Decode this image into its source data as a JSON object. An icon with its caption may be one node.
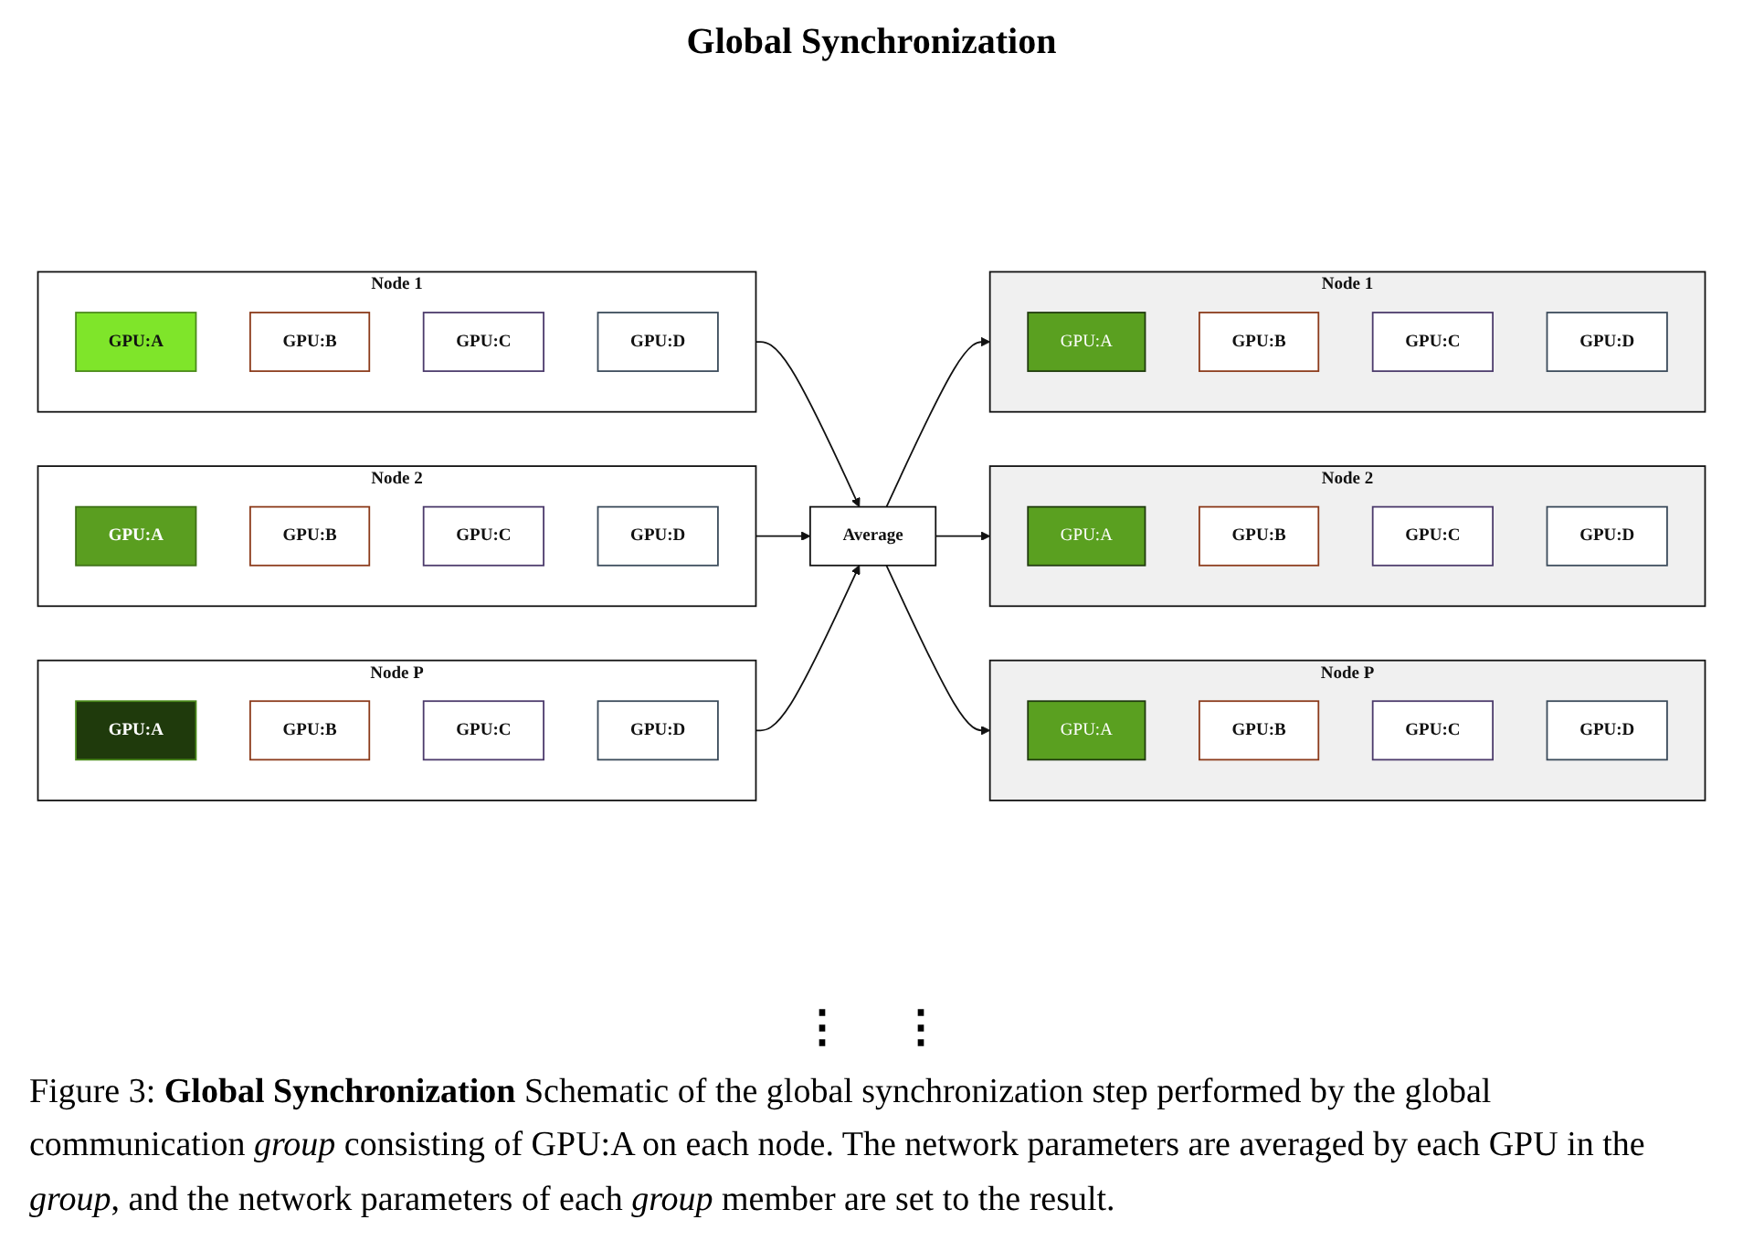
{
  "diagram": {
    "title": "Global Synchronization",
    "caption": "Figure 3: **Global Synchronization** Schematic of the global synchronization step performed by the global communication *group* consisting of GPU:A on each node. The network parameters are averaged by each GPU in the *group*, and the network parameters of each *group* member are set to the result.",
    "nodes": [
      {
        "text": [
          "Node 1"
        ]
      },
      {
        "text": [
          "GPU:A"
        ],
        "in": 0
      },
      {
        "text": [
          "GPU:B"
        ],
        "in": 0
      },
      {
        "text": [
          "GPU:C"
        ],
        "in": 0
      },
      {
        "text": [
          "GPU:D"
        ],
        "in": 0
      },
      {
        "text": [
          "Node 2"
        ]
      },
      {
        "text": [
          "GPU:A"
        ],
        "in": 5
      },
      {
        "text": [
          "GPU:B"
        ],
        "in": 5
      },
      {
        "text": [
          "GPU:C"
        ],
        "in": 5
      },
      {
        "text": [
          "GPU:D"
        ],
        "in": 5
      },
      {
        "text": [
          "Node P"
        ]
      },
      {
        "text": [
          "GPU:A"
        ],
        "in": 10
      },
      {
        "text": [
          "GPU:B"
        ],
        "in": 10
      },
      {
        "text": [
          "GPU:C"
        ],
        "in": 10
      },
      {
        "text": [
          "GPU:D"
        ],
        "in": 10
      },
      {
        "text": [
          "Average"
        ]
      },
      {
        "text": [
          "Node 1"
        ]
      },
      {
        "text": [
          "GPU:A"
        ],
        "in": 16
      },
      {
        "text": [
          "GPU:B"
        ],
        "in": 16
      },
      {
        "text": [
          "GPU:C"
        ],
        "in": 16
      },
      {
        "text": [
          "GPU:D"
        ],
        "in": 16
      },
      {
        "text": [
          "Node 2"
        ]
      },
      {
        "text": [
          "GPU:A"
        ],
        "in": 21
      },
      {
        "text": [
          "GPU:B"
        ],
        "in": 21
      },
      {
        "text": [
          "GPU:C"
        ],
        "in": 21
      },
      {
        "text": [
          "GPU:D"
        ],
        "in": 21
      },
      {
        "text": [
          "Node P"
        ]
      },
      {
        "text": [
          "GPU:A"
        ],
        "in": 26
      },
      {
        "text": [
          "GPU:B"
        ],
        "in": 26
      },
      {
        "text": [
          "GPU:C"
        ],
        "in": 26
      },
      {
        "text": [
          "GPU:D"
        ],
        "in": 26
      }
    ],
    "edges": [
      {
        "from": 0,
        "to": 15,
        "arrow": "to"
      },
      {
        "from": 5,
        "to": 15,
        "arrow": "to"
      },
      {
        "from": 10,
        "to": 15,
        "arrow": "to"
      },
      {
        "from": 15,
        "to": 16,
        "arrow": "to"
      },
      {
        "from": 15,
        "to": 21,
        "arrow": "to"
      },
      {
        "from": 15,
        "to": 26,
        "arrow": "to"
      }
    ],
    "labels": [
      "⋮",
      "⋮"
    ]
  }
}
